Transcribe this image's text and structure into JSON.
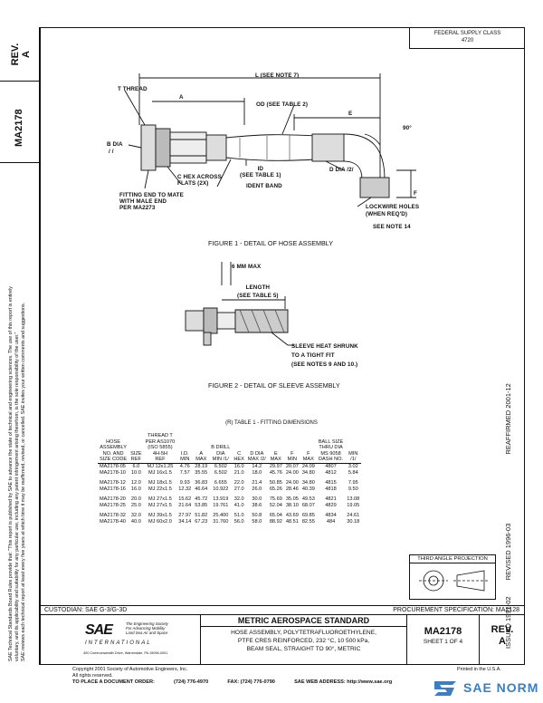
{
  "sidebar": {
    "rev_label": "REV.",
    "rev_value": "A",
    "doc_number": "MA2178",
    "disclaimer_lines": [
      "SAE Technical Standards Board Rules provide that: \"This report is published by SAE to advance the state of technical and engineering sciences. The use of this report is entirely",
      "voluntary, and its applicability and suitability for any particular use, including any patent infringement arising therefrom, is the sole responsibility of the user.\"",
      "SAE reviews each technical report at least every five years at which time it may be reaffirmed, revised, or cancelled. SAE invites your written comments and suggestions."
    ]
  },
  "header": {
    "federal_supply_class": "FEDERAL SUPPLY CLASS",
    "fsc_code": "4720"
  },
  "fig1": {
    "caption": "FIGURE 1 - DETAIL OF HOSE ASSEMBLY",
    "labels": {
      "l": "L (SEE NOTE 7)",
      "t_thread": "T THREAD",
      "a": "A",
      "od": "OD (SEE TABLE 2)",
      "e": "E",
      "angle": "90°",
      "b_dia": "B DIA",
      "b_tol": "/ /",
      "c_hex": "C HEX ACROSS\nFLATS (2X)",
      "id": "ID\n(SEE TABLE 1)",
      "ident": "IDENT BAND",
      "d_dia": "D DIA /2/",
      "f": "F",
      "fitting": "FITTING END TO MATE\nWITH MALE END\nPER MA2273",
      "lockwire": "LOCKWIRE HOLES\n(WHEN REQ'D)",
      "see_note": "SEE NOTE 14"
    }
  },
  "fig2": {
    "caption": "FIGURE 2 - DETAIL OF SLEEVE ASSEMBLY",
    "labels": {
      "max": "6 MM MAX",
      "length": "LENGTH\n(SEE TABLE 5)",
      "sleeve": "SLEEVE HEAT SHRUNK\nTO A TIGHT FIT\n(SEE NOTES 9 AND 10.)"
    }
  },
  "table1": {
    "title": "(R) TABLE 1 - FITTING DIMENSIONS",
    "headers": [
      "HOSE\nASSEMBLY\nNO. AND\nSIZE CODE",
      "\n\n\nSIZE\nREF",
      "THREAD T\nPER AS1070\n(ISO 5855)\n4H-5H\nREF",
      "\n\n\nI.D.\nMIN",
      "\n\n\nA\nMAX",
      "\n\nB DRILL\nDIA\nMIN /1/",
      "\n\n\nC\nHEX",
      "\n\n\nD DIA\nMAX /2/",
      "\n\n\nE\nMAX",
      "\n\n\nF\nMIN",
      "\n\n\nF\nMAX",
      "BALL SIZE\nTHRU DIA\nMS 9058\nDASH NO.",
      "\n\n\nMIN\n/1/"
    ],
    "groups": [
      [
        [
          "MA2178-05",
          "6.0",
          "MJ 12x1.25",
          "4.76",
          "28.19",
          "6.502",
          "16.0",
          "14.2",
          "29.97",
          "20.07",
          "24.09",
          "4807",
          "3.02"
        ],
        [
          "MA2178-10",
          "10.0",
          "MJ 16x1.5",
          "7.57",
          "35.55",
          "6.502",
          "21.0",
          "18.0",
          "45.76",
          "24.00",
          "34.80",
          "4812",
          "5.84"
        ]
      ],
      [
        [
          "MA2178-12",
          "12.0",
          "MJ 18x1.5",
          "9.93",
          "36.83",
          "6.655",
          "22.0",
          "21.4",
          "50.85",
          "24.00",
          "34.80",
          "4815",
          "7.95"
        ],
        [
          "MA2178-16",
          "16.0",
          "MJ 22x1.5",
          "12.32",
          "46.64",
          "10.922",
          "27.0",
          "26.0",
          "65.26",
          "28.46",
          "40.39",
          "4818",
          "9.50"
        ]
      ],
      [
        [
          "MA2178-20",
          "20.0",
          "MJ 27x1.5",
          "15.62",
          "45.72",
          "13.919",
          "32.0",
          "30.0",
          "75.69",
          "35.05",
          "49.53",
          "4821",
          "13.08"
        ],
        [
          "MA2178-25",
          "25.0",
          "MJ 27x1.5",
          "21.64",
          "53.85",
          "19.761",
          "41.0",
          "38.6",
          "52.04",
          "38.10",
          "68.07",
          "4829",
          "19.05"
        ]
      ],
      [
        [
          "MA2178-32",
          "32.0",
          "MJ 39x1.5",
          "27.97",
          "51.82",
          "25.400",
          "51.0",
          "50.8",
          "65.04",
          "43.69",
          "69.85",
          "4834",
          "24.61"
        ],
        [
          "MA2178-40",
          "40.0",
          "MJ 60x2.0",
          "34.14",
          "67.23",
          "31.760",
          "56.0",
          "58.0",
          "88.92",
          "48.51",
          "82.55",
          "484",
          "30.18"
        ]
      ]
    ]
  },
  "status": {
    "reaffirmed": "REAFFIRMED 2001-12",
    "revised": "REVISED 1996-03",
    "issued": "ISSUED 1991-02"
  },
  "projection": {
    "title": "THIRD ANGLE PROJECTION"
  },
  "titleblock": {
    "custodian": "CUSTODIAN: SAE G-3/G-3D",
    "procurement": "PROCUREMENT SPECIFICATION: MA2128",
    "standard": "METRIC AEROSPACE STANDARD",
    "desc": [
      "HOSE ASSEMBLY, POLYTETRAFLUOROETHYLENE,",
      "PTFE CRES REINFORCED, 232 °C, 10 500 kPa,",
      "BEAM SEAL, STRAIGHT TO 90°, METRIC"
    ],
    "number": "MA2178",
    "sheet": "SHEET 1 OF 4",
    "rev_label": "REV.",
    "rev": "A",
    "sae_logo": "SAE",
    "sae_international": "INTERNATIONAL",
    "sae_tagline": "The Engineering Society\nFor Advancing Mobility\nLand Sea Air and Space",
    "sae_address": "400 Commonwealth Drive, Warrendale, PA 15096-0001"
  },
  "footer": {
    "copyright": "Copyright 2001 Society of Automotive Engineers, Inc.",
    "rights": "All rights reserved.",
    "printed": "Printed in the U.S.A.",
    "order": "TO PLACE A DOCUMENT ORDER:",
    "phone": "(724) 776-4970",
    "fax": "FAX: (724) 776-0790",
    "web": "SAE WEB ADDRESS: http://www.sae.org",
    "watermark": "SAE NORM"
  }
}
